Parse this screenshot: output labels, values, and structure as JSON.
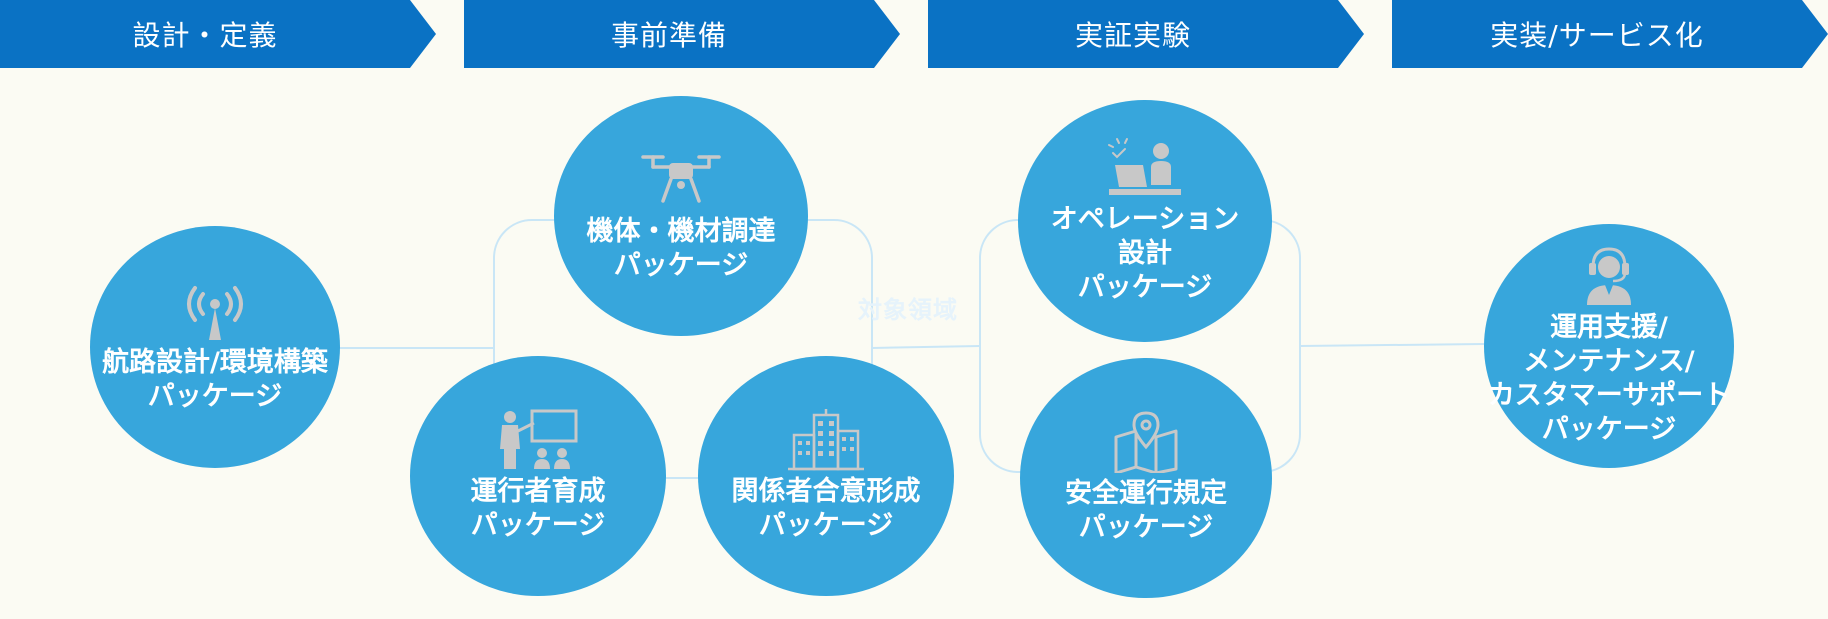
{
  "phases": [
    {
      "label": "設計・定義"
    },
    {
      "label": "事前準備"
    },
    {
      "label": "実証実験"
    },
    {
      "label": "実装/サービス化"
    }
  ],
  "center_label": "対象領域",
  "nodes": {
    "route": {
      "label": "航路設計/環境構築\nパッケージ",
      "icon": "antenna-icon"
    },
    "airframe": {
      "label": "機体・機材調達\nパッケージ",
      "icon": "drone-icon"
    },
    "operator": {
      "label": "運行者育成\nパッケージ",
      "icon": "trainer-presentation-icon"
    },
    "stakeholder": {
      "label": "関係者合意形成\nパッケージ",
      "icon": "buildings-icon"
    },
    "operation": {
      "label": "オペレーション\n設計\nパッケージ",
      "icon": "laptop-operator-icon"
    },
    "safety": {
      "label": "安全運行規定\nパッケージ",
      "icon": "map-pin-icon"
    },
    "support": {
      "label": "運用支援/\nメンテナンス/\nカスタマーサポート\nパッケージ",
      "icon": "headset-operator-icon"
    }
  },
  "colors": {
    "chevron": "#0A72C4",
    "node": "#37A6DC",
    "icon": "#C8C8C8",
    "connector": "#C9E6F6",
    "background": "#FBFBF3"
  }
}
